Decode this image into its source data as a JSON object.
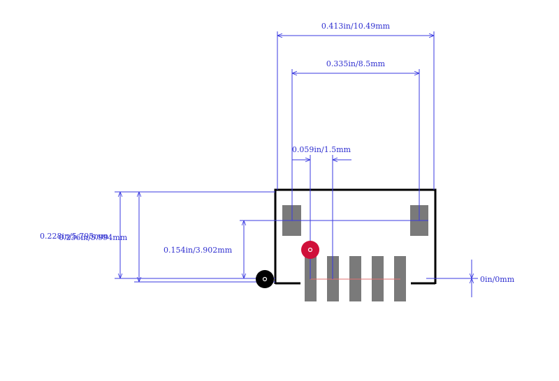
{
  "dimensions": {
    "overall_width": "0.413in/10.49mm",
    "tab_spacing": "0.335in/8.5mm",
    "pin_pitch": "0.059in/1.5mm",
    "height_a": "0.228in/5.795mm",
    "height_b": "0.236in/5.994mm",
    "pin_to_tab": "0.154in/3.902mm",
    "zero_offset": "0in/0mm"
  },
  "colors": {
    "dimension": "#3a3ae0",
    "outline": "#000000",
    "pad": "#7a7a7a",
    "pin1_marker": "#d0103a",
    "origin_marker": "#000000"
  },
  "components": {
    "pins": 5,
    "mounting_tabs": 2
  }
}
